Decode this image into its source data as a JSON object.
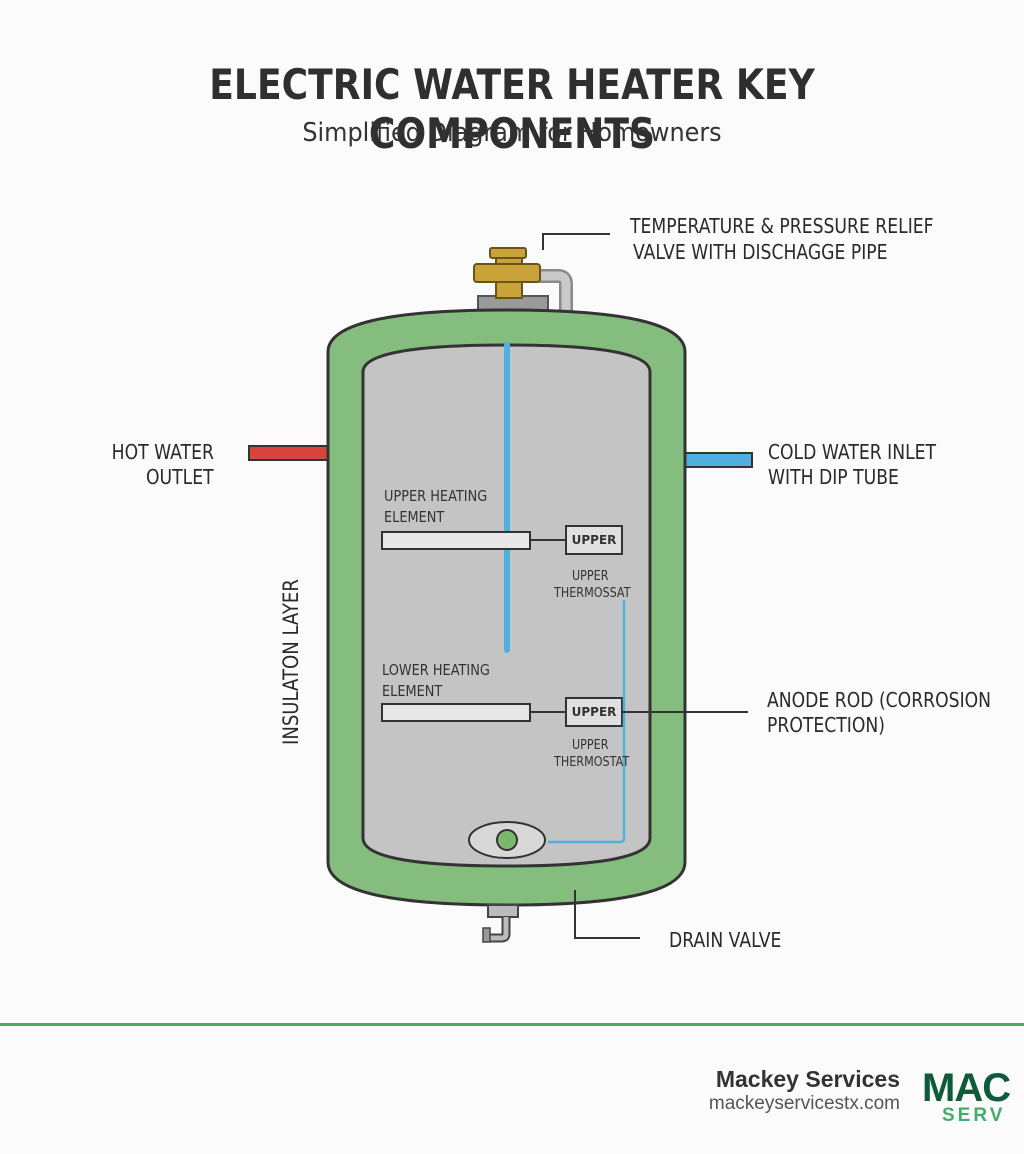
{
  "header": {
    "title": "ELECTRIC WATER HEATER KEY COMPONENTS",
    "subtitle": "Simplified Diagram for Homowners"
  },
  "labels": {
    "tp_valve_line1": "TEMPERATURE & PRESSURE RELIEF",
    "tp_valve_line2": "VALVE WITH DISCHAGGE PIPE",
    "hot_outlet_line1": "HOT WATER",
    "hot_outlet_line2": "OUTLET",
    "cold_inlet_line1": "COLD WATER INLET",
    "cold_inlet_line2": "WITH DIP TUBE",
    "insulation": "INSULATON LAYER",
    "upper_element_line1": "UPPER HEATING",
    "upper_element_line2": "ELEMENT",
    "upper_box": "UPPER",
    "upper_thermostat_line1": "UPPER",
    "upper_thermostat_line2": "THERMOSSAT",
    "lower_element_line1": "LOWER HEATING",
    "lower_element_line2": "ELEMENT",
    "lower_box": "UPPER",
    "lower_thermostat_line1": "UPPER",
    "lower_thermostat_line2": "THERMOSTAT",
    "anode_line1": "ANODE ROD (CORROSION",
    "anode_line2": "PROTECTION)",
    "drain": "DRAIN VALVE"
  },
  "footer": {
    "company": "Mackey Services",
    "url": "mackeyservicestx.com",
    "logo_top": "MAC",
    "logo_bottom": "SERV"
  },
  "colors": {
    "insulation": "#85bd7e",
    "tank": "#c4c4c4",
    "hot_pipe": "#d9443f",
    "cold_pipe": "#4fb0e0",
    "valve": "#c9a23a",
    "accent": "#3fae6a"
  }
}
